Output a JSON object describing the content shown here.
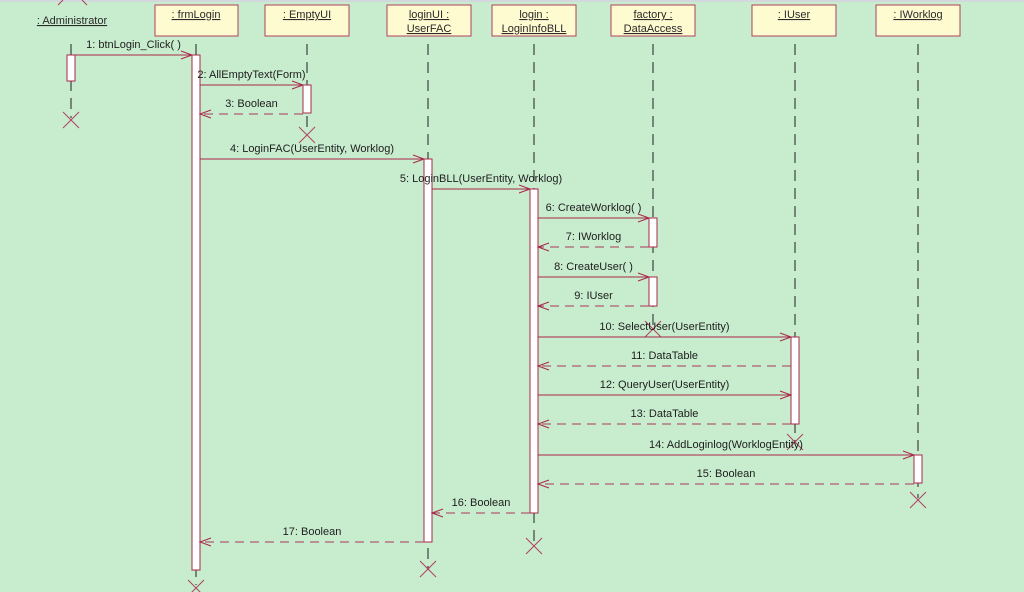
{
  "diagram": {
    "type": "UML sequence diagram",
    "colors": {
      "background": "#c8ecce",
      "object_fill": "#fffbd0",
      "object_border": "#b0405a",
      "message_line": "#a8284a",
      "activation_fill": "#ffffff"
    },
    "actor": {
      "label": ": Administrator"
    },
    "objects": [
      {
        "id": "frmLogin",
        "lines": [
          ": frmLogin"
        ]
      },
      {
        "id": "EmptyUI",
        "lines": [
          ": EmptyUI"
        ]
      },
      {
        "id": "UserFAC",
        "lines": [
          "loginUI :",
          "UserFAC"
        ]
      },
      {
        "id": "LoginInfoBLL",
        "lines": [
          "login :",
          "LoginInfoBLL"
        ]
      },
      {
        "id": "DataAccess",
        "lines": [
          "factory :",
          "DataAccess"
        ]
      },
      {
        "id": "IUser",
        "lines": [
          ": IUser"
        ]
      },
      {
        "id": "IWorklog",
        "lines": [
          ": IWorklog"
        ]
      }
    ],
    "messages": [
      {
        "n": 1,
        "label": "1: btnLogin_Click( )",
        "from": "Administrator",
        "to": "frmLogin",
        "kind": "call"
      },
      {
        "n": 2,
        "label": "2: AllEmptyText(Form)",
        "from": "frmLogin",
        "to": "EmptyUI",
        "kind": "call"
      },
      {
        "n": 3,
        "label": "3: Boolean",
        "from": "EmptyUI",
        "to": "frmLogin",
        "kind": "return"
      },
      {
        "n": 4,
        "label": "4: LoginFAC(UserEntity, Worklog)",
        "from": "frmLogin",
        "to": "UserFAC",
        "kind": "call"
      },
      {
        "n": 5,
        "label": "5: LoginBLL(UserEntity, Worklog)",
        "from": "UserFAC",
        "to": "LoginInfoBLL",
        "kind": "call"
      },
      {
        "n": 6,
        "label": "6: CreateWorklog( )",
        "from": "LoginInfoBLL",
        "to": "DataAccess",
        "kind": "call"
      },
      {
        "n": 7,
        "label": "7: IWorklog",
        "from": "DataAccess",
        "to": "LoginInfoBLL",
        "kind": "return"
      },
      {
        "n": 8,
        "label": "8: CreateUser( )",
        "from": "LoginInfoBLL",
        "to": "DataAccess",
        "kind": "call"
      },
      {
        "n": 9,
        "label": "9: IUser",
        "from": "DataAccess",
        "to": "LoginInfoBLL",
        "kind": "return"
      },
      {
        "n": 10,
        "label": "10: SelectUser(UserEntity)",
        "from": "LoginInfoBLL",
        "to": "IUser",
        "kind": "call"
      },
      {
        "n": 11,
        "label": "11: DataTable",
        "from": "IUser",
        "to": "LoginInfoBLL",
        "kind": "return"
      },
      {
        "n": 12,
        "label": "12: QueryUser(UserEntity)",
        "from": "LoginInfoBLL",
        "to": "IUser",
        "kind": "call"
      },
      {
        "n": 13,
        "label": "13: DataTable",
        "from": "IUser",
        "to": "LoginInfoBLL",
        "kind": "return"
      },
      {
        "n": 14,
        "label": "14: AddLoginlog(WorklogEntity)",
        "from": "LoginInfoBLL",
        "to": "IWorklog",
        "kind": "call"
      },
      {
        "n": 15,
        "label": "15: Boolean",
        "from": "IWorklog",
        "to": "LoginInfoBLL",
        "kind": "return"
      },
      {
        "n": 16,
        "label": "16: Boolean",
        "from": "LoginInfoBLL",
        "to": "UserFAC",
        "kind": "return"
      },
      {
        "n": 17,
        "label": "17: Boolean",
        "from": "UserFAC",
        "to": "frmLogin",
        "kind": "return"
      }
    ]
  }
}
